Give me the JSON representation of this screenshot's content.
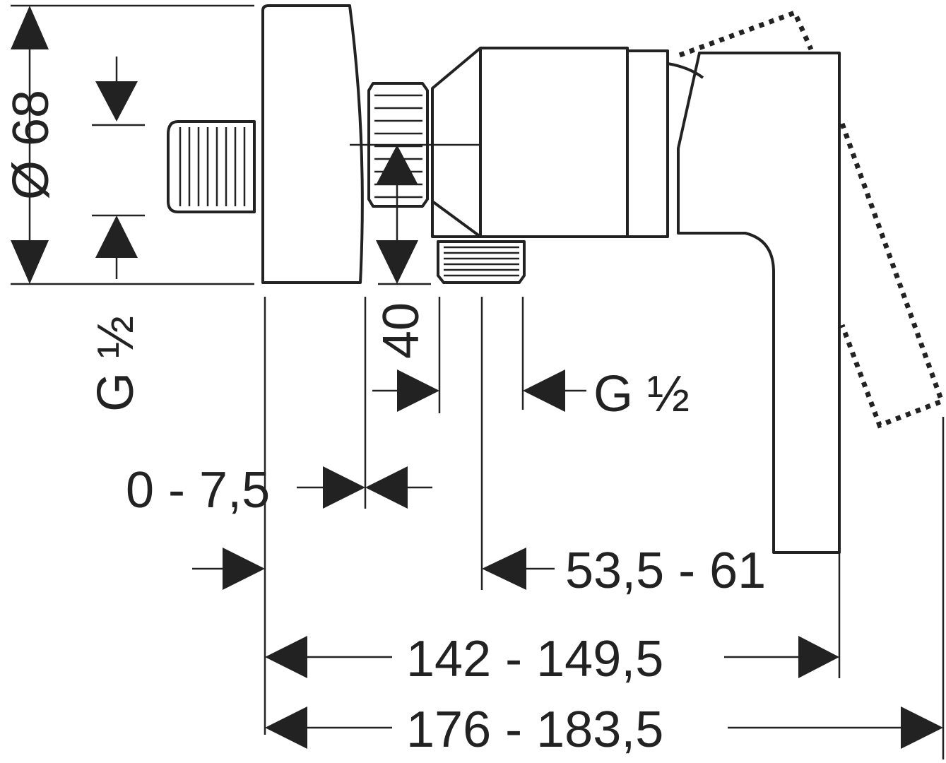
{
  "dimensions": {
    "diameter": "Ø 68",
    "thread_left": "G ½",
    "depth": "40",
    "thread_right": "G ½",
    "offset_range": "0 - 7,5",
    "outlet_range": "53,5 - 61",
    "length_body": "142 - 149,5",
    "length_total": "176 - 183,5"
  }
}
